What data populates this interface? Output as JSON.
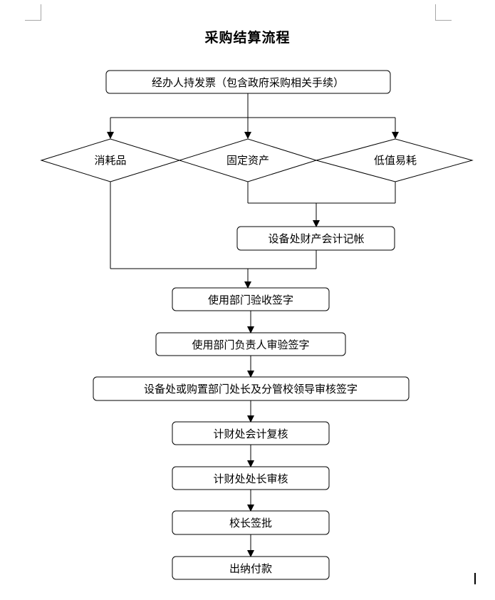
{
  "title": "采购结算流程",
  "nodes": {
    "start": "经办人持发票（包含政府采购相关手续）",
    "consumables": "消耗品",
    "fixed_assets": "固定资产",
    "low_value": "低值易耗",
    "asset_accounting": "设备处财产会计记帐",
    "dept_accept": "使用部门验收签字",
    "dept_head_accept": "使用部门负责人审验签字",
    "leader_sign": "设备处或购置部门处长及分管校领导审核签字",
    "finance_accountant": "计财处会计复核",
    "finance_director": "计财处处长审核",
    "president_approve": "校长签批",
    "payment": "出纳付款"
  }
}
